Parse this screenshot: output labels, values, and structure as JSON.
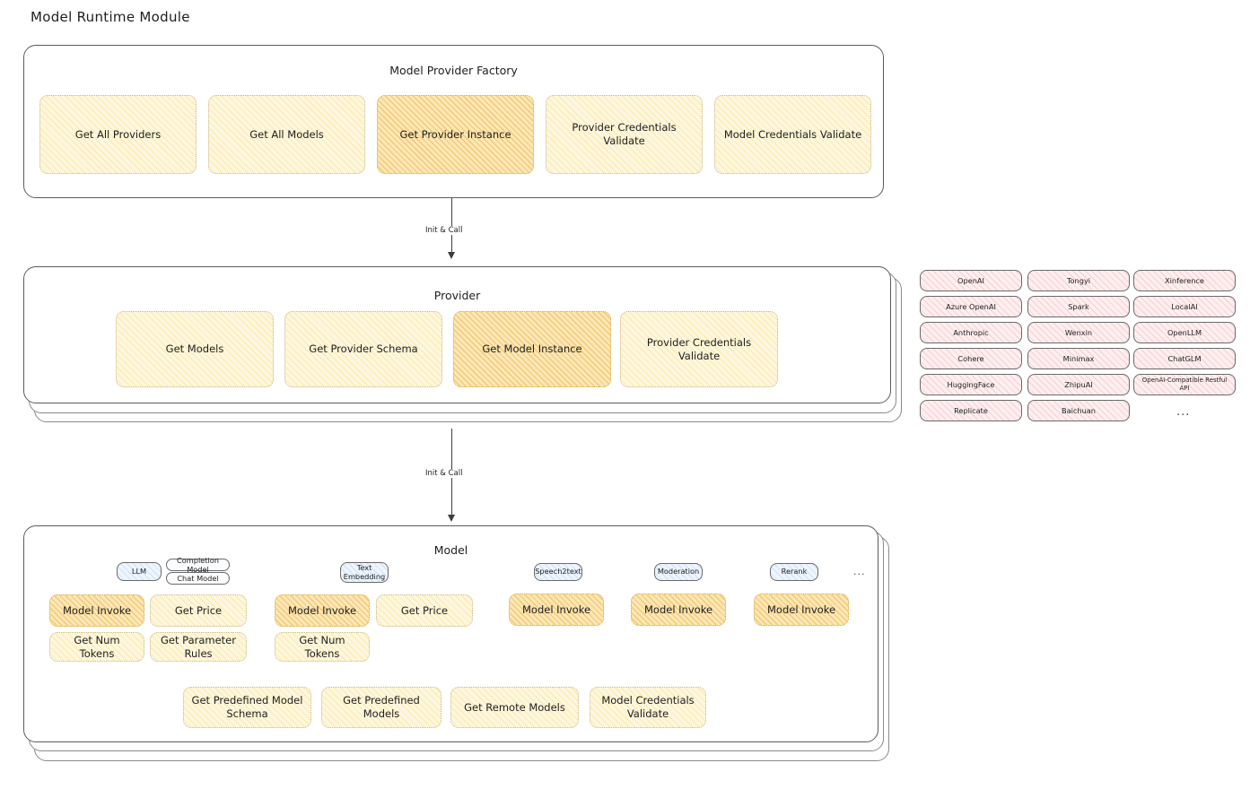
{
  "page": {
    "title": "Model Runtime Module"
  },
  "factory": {
    "title": "Model Provider Factory",
    "nodes": [
      {
        "label": "Get All Providers",
        "style": "yellow"
      },
      {
        "label": "Get All Models",
        "style": "yellow"
      },
      {
        "label": "Get Provider Instance",
        "style": "orange"
      },
      {
        "label": "Provider Credentials Validate",
        "style": "yellow"
      },
      {
        "label": "Model Credentials Validate",
        "style": "yellow"
      }
    ]
  },
  "arrows": [
    {
      "label": "Init & Call"
    },
    {
      "label": "Init & Call"
    }
  ],
  "provider": {
    "title": "Provider",
    "nodes": [
      {
        "label": "Get Models",
        "style": "yellow"
      },
      {
        "label": "Get Provider Schema",
        "style": "yellow"
      },
      {
        "label": "Get Model Instance",
        "style": "orange"
      },
      {
        "label": "Provider Credentials Validate",
        "style": "yellow"
      }
    ]
  },
  "provider_list": {
    "columns": [
      {
        "items": [
          "OpenAI",
          "Azure OpenAI",
          "Anthropic",
          "Cohere",
          "HuggingFace",
          "Replicate"
        ]
      },
      {
        "items": [
          "Tongyi",
          "Spark",
          "Wenxin",
          "Minimax",
          "ZhipuAI",
          "Baichuan"
        ]
      },
      {
        "items": [
          "Xinference",
          "LocalAI",
          "OpenLLM",
          "ChatGLM",
          "OpenAI-Compatible Restful API"
        ]
      }
    ],
    "more": "..."
  },
  "model": {
    "title": "Model",
    "more": "...",
    "types": [
      {
        "badge": "LLM",
        "sub_badges": [
          "Completion Model",
          "Chat Model"
        ],
        "methods": [
          {
            "label": "Model Invoke",
            "style": "orange"
          },
          {
            "label": "Get Price",
            "style": "yellow"
          },
          {
            "label": "Get Num Tokens",
            "style": "yellow"
          },
          {
            "label": "Get Parameter Rules",
            "style": "yellow"
          }
        ]
      },
      {
        "badge": "Text Embedding",
        "sub_badges": [],
        "methods": [
          {
            "label": "Model Invoke",
            "style": "orange"
          },
          {
            "label": "Get Price",
            "style": "yellow"
          },
          {
            "label": "Get Num Tokens",
            "style": "yellow"
          }
        ]
      },
      {
        "badge": "Speech2text",
        "sub_badges": [],
        "methods": [
          {
            "label": "Model Invoke",
            "style": "orange"
          }
        ]
      },
      {
        "badge": "Moderation",
        "sub_badges": [],
        "methods": [
          {
            "label": "Model Invoke",
            "style": "orange"
          }
        ]
      },
      {
        "badge": "Rerank",
        "sub_badges": [],
        "methods": [
          {
            "label": "Model Invoke",
            "style": "orange"
          }
        ]
      }
    ],
    "common_methods": [
      {
        "label": "Get Predefined Model Schema"
      },
      {
        "label": "Get Predefined Models"
      },
      {
        "label": "Get Remote Models"
      },
      {
        "label": "Model Credentials Validate"
      }
    ]
  },
  "colors": {
    "node_yellow_fill": "#fdf6e0",
    "node_yellow_stroke": "#facc15",
    "node_orange_fill": "#fae7bb",
    "node_orange_stroke": "#f5af28",
    "node_pink_fill": "#fdeff0",
    "node_pink_stroke": "#ec7c86",
    "node_blue_fill": "#eef5fd",
    "node_blue_stroke": "#6ea0e1",
    "container_stroke": "#5b5b5b",
    "text": "#1e1e1e",
    "background": "#ffffff"
  }
}
